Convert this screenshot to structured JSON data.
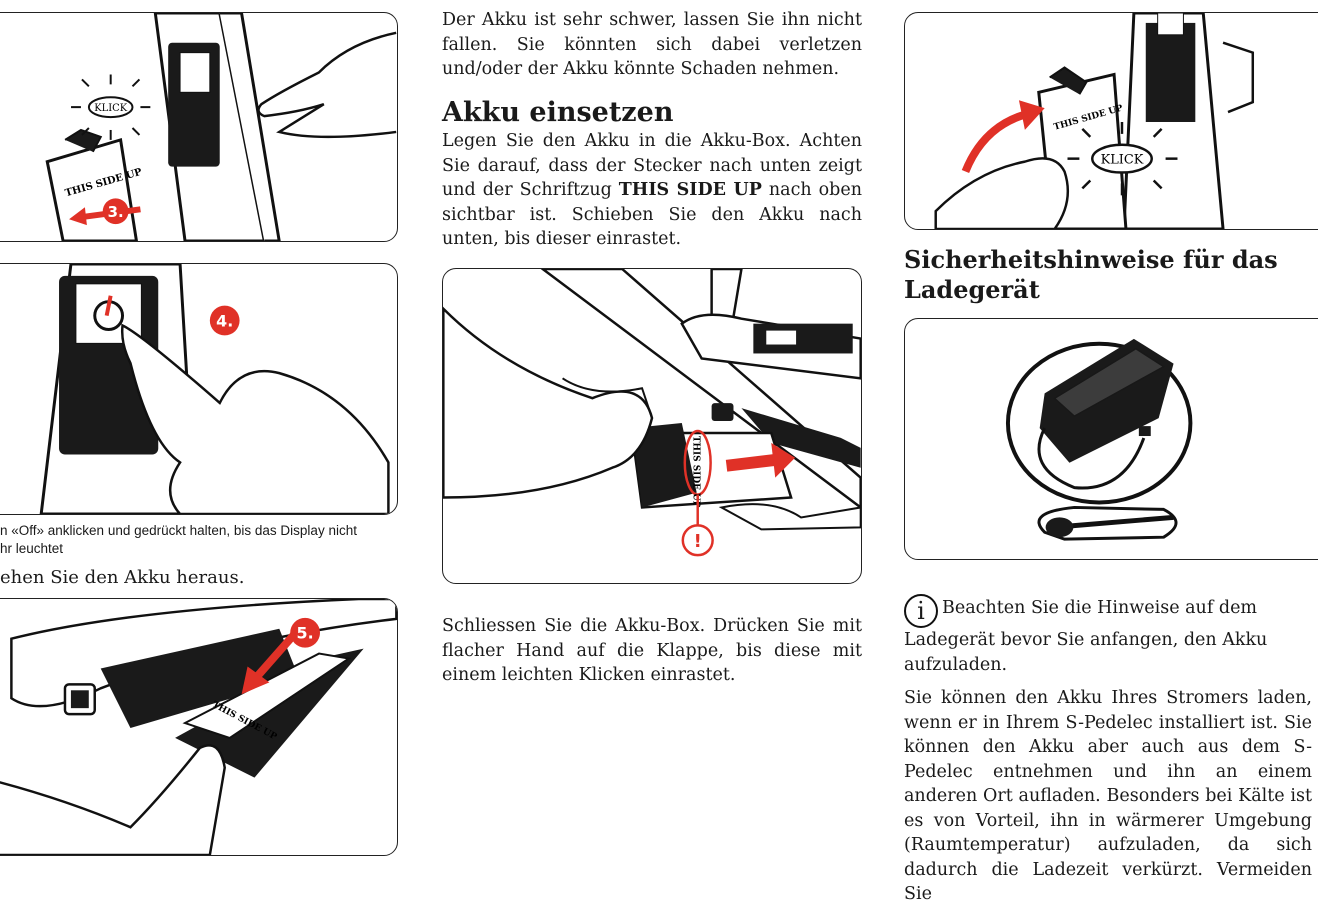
{
  "col1": {
    "klick_top": "KLICK",
    "this_side_up_1": "THIS SIDE UP",
    "step3": "3.",
    "step4": "4.",
    "caption_line1": "n «Off» anklicken und gedrückt halten, bis das Display nicht",
    "caption_line2": "hr leuchtet",
    "heading_fragment": "ehen Sie den Akku heraus.",
    "step5": "5.",
    "this_side_up_3": "THIS SIDE UP"
  },
  "col2": {
    "warning_text": "Der Akku ist sehr schwer, lassen Sie ihn nicht fallen. Sie könnten sich dabei verletzen und/oder der Akku könnte Schaden nehmen.",
    "heading": "Akku einsetzen",
    "insert_text_pre": "Legen Sie den Akku in die Akku-Box. Achten Sie darauf, dass der Stecker nach unten zeigt und der Schriftzug ",
    "insert_text_bold": "THIS SIDE UP",
    "insert_text_post": " nach oben sichtbar ist. Schieben Sie den Akku nach unten, bis dieser einrastet.",
    "this_side_up_2": "THIS SIDE UP",
    "exclamation": "!",
    "close_text": "Schliessen Sie die Akku-Box. Drücken Sie mit flacher Hand auf die Klappe, bis diese mit einem leichten Klicken einrastet."
  },
  "col3": {
    "this_side_up_4": "THIS SIDE UP",
    "klick_right": "KLICK",
    "heading": "Sicherheitshinweise für das Ladegerät",
    "info_icon": "i",
    "info_text": "Beachten Sie die Hinweise auf dem Ladegerät bevor Sie anfangen, den Akku aufzuladen.",
    "charge_text": "Sie können den Akku Ihres Stromers laden, wenn er in Ihrem S-Pedelec installiert ist. Sie können den Akku aber auch aus dem S-Pedelec entnehmen und ihn an einem anderen Ort aufladen. Besonders bei Kälte ist es von Vorteil, ihn in wärmerer Umgebung (Raumtemperatur) aufzuladen, da sich dadurch die Ladezeit verkürzt. Vermeiden Sie"
  },
  "colors": {
    "accent": "#e03127",
    "ink": "#1a1a1a"
  }
}
